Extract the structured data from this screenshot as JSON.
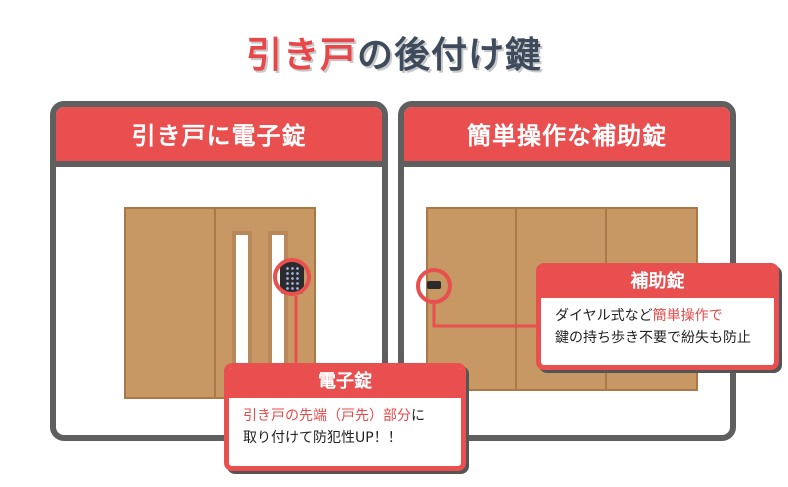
{
  "title": {
    "part1": "引き戸",
    "part2": "の後付け鍵"
  },
  "left_card": {
    "heading": "引き戸に電子錠",
    "callout": {
      "heading": "電子錠",
      "line1_highlight": "引き戸の先端（戸先）部分",
      "line1_rest": "に",
      "line2": "取り付けて防犯性UP！！"
    }
  },
  "right_card": {
    "heading": "簡単操作な補助錠",
    "callout": {
      "heading": "補助錠",
      "line1_prefix": "ダイヤル式など",
      "line1_highlight": "簡単操作で",
      "line2": "鍵の持ち歩き不要で紛失も防止"
    }
  },
  "colors": {
    "accent": "#e94f4f",
    "frame": "#5f5f5f",
    "door": "#c79863",
    "title_dark": "#3d4b5c"
  },
  "icons": {
    "electronic_lock": "keypad-lock-icon",
    "aux_lock": "dial-lock-icon"
  }
}
